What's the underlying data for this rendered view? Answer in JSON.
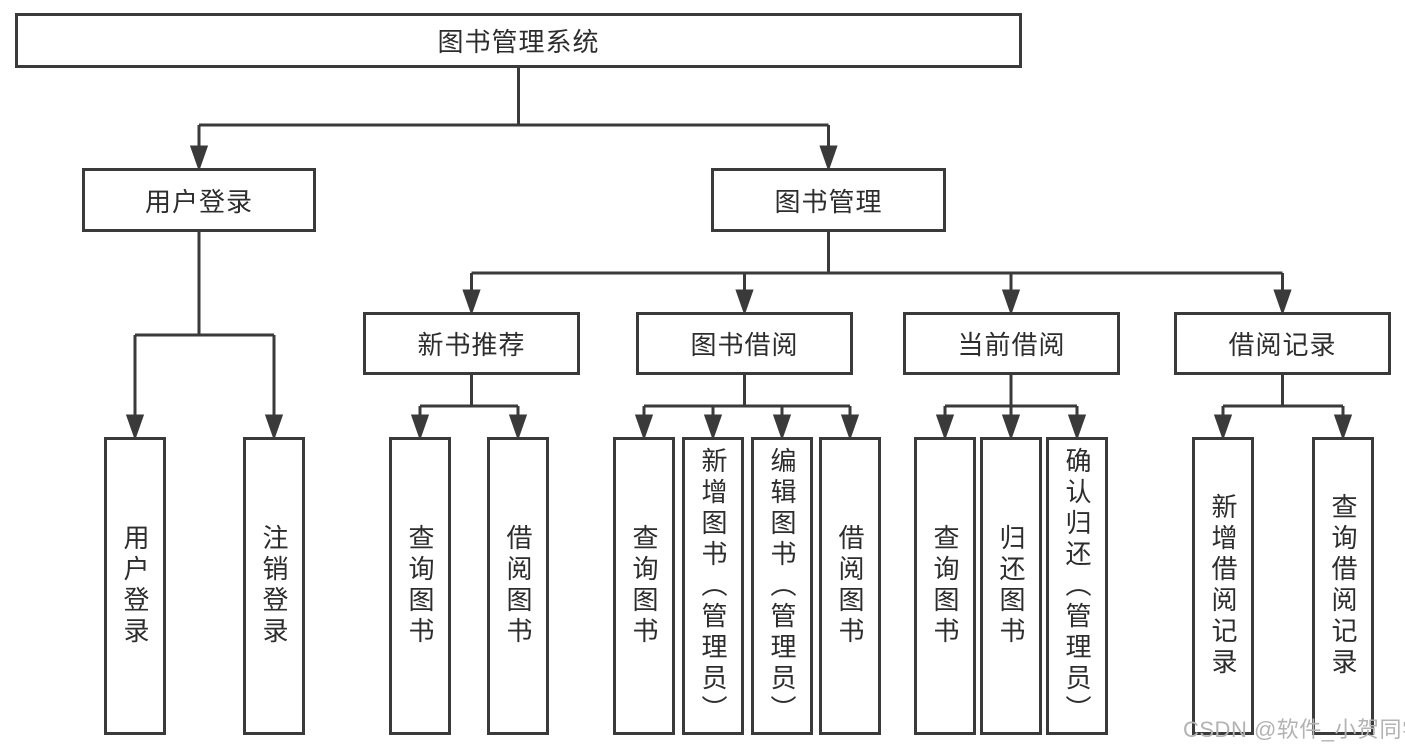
{
  "diagram": {
    "root": {
      "label": "图书管理系统",
      "children": [
        {
          "label": "用户登录",
          "children": [
            {
              "label": "用户登录"
            },
            {
              "label": "注销登录"
            }
          ]
        },
        {
          "label": "图书管理",
          "children": [
            {
              "label": "新书推荐",
              "children": [
                {
                  "label": "查询图书"
                },
                {
                  "label": "借阅图书"
                }
              ]
            },
            {
              "label": "图书借阅",
              "children": [
                {
                  "label": "查询图书"
                },
                {
                  "label": "新增图书（管理员）"
                },
                {
                  "label": "编辑图书（管理员）"
                },
                {
                  "label": "借阅图书"
                }
              ]
            },
            {
              "label": "当前借阅",
              "children": [
                {
                  "label": "查询图书"
                },
                {
                  "label": "归还图书"
                },
                {
                  "label": "确认归还（管理员）"
                }
              ]
            },
            {
              "label": "借阅记录",
              "children": [
                {
                  "label": "新增借阅记录"
                },
                {
                  "label": "查询借阅记录"
                }
              ]
            }
          ]
        }
      ]
    }
  },
  "watermark": "CSDN @软件_小贺同学",
  "colors": {
    "line": "#3a3a3a",
    "box_border": "#3a3a3a",
    "text": "#2d2d2d",
    "watermark": "#b3b3b3",
    "background": "#ffffff"
  }
}
